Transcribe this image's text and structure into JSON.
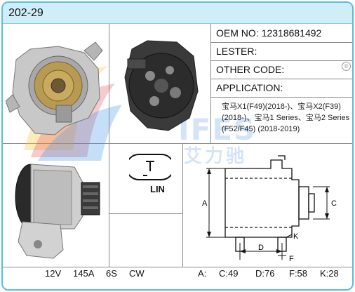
{
  "header": {
    "part_code": "202-29"
  },
  "info": {
    "oem_label": "OEM NO:",
    "oem_value": "12318681492",
    "lester_label": "LESTER:",
    "lester_value": "",
    "other_code_label": "OTHER CODE:",
    "other_code_value": "",
    "application_label": "APPLICATION:",
    "application_lines": [
      "宝马X1(F49)(2018-)、宝马X2(F39)",
      "(2018-)、宝马1 Series、宝马2 Series",
      "(F52/F45) (2018-2019)"
    ]
  },
  "watermark": {
    "text": "IFES",
    "subtext": "艾力驰",
    "registered_mark": "®"
  },
  "connector": {
    "label": "LIN"
  },
  "specs": {
    "voltage": "12V",
    "amperage": "145A",
    "pulley": "6S",
    "rotation": "CW"
  },
  "dimensions": {
    "labels": {
      "a": "A",
      "c": "C",
      "d": "D",
      "f": "F",
      "k": "K"
    },
    "a_readout": "A:",
    "c_readout": "C:49",
    "d_readout": "D:76",
    "f_readout": "F:58",
    "k_readout": "K:28"
  },
  "colors": {
    "border": "#5bbbe8",
    "header_bg": "#cfeef7",
    "grid_line": "#8a8a8a"
  }
}
